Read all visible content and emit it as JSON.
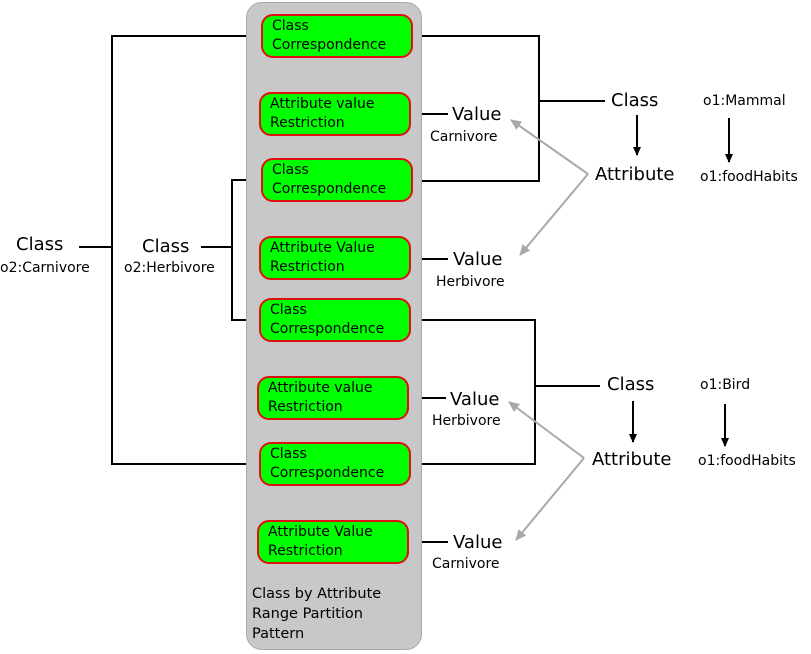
{
  "pattern": {
    "caption_lines": [
      "Class by Attribute",
      "Range Partition",
      "Pattern"
    ],
    "boxes": [
      {
        "line1": "Class",
        "line2": "Correspondence"
      },
      {
        "line1": "Attribute value",
        "line2": "Restriction"
      },
      {
        "line1": "Class",
        "line2": "Correspondence"
      },
      {
        "line1": "Attribute Value",
        "line2": "Restriction"
      },
      {
        "line1": "Class",
        "line2": "Correspondence"
      },
      {
        "line1": "Attribute value",
        "line2": "Restriction"
      },
      {
        "line1": "Class",
        "line2": "Correspondence"
      },
      {
        "line1": "Attribute Value",
        "line2": "Restriction"
      }
    ]
  },
  "left": {
    "outer_class": {
      "label": "Class",
      "name": "o2:Carnivore"
    },
    "inner_class": {
      "label": "Class",
      "name": "o2:Herbivore"
    }
  },
  "values": [
    {
      "label": "Value",
      "name": "Carnivore"
    },
    {
      "label": "Value",
      "name": "Herbivore"
    },
    {
      "label": "Value",
      "name": "Herbivore"
    },
    {
      "label": "Value",
      "name": "Carnivore"
    }
  ],
  "right_groups": [
    {
      "class_label": "Class",
      "class_name": "o1:Mammal",
      "attribute_label": "Attribute",
      "attribute_name": "o1:foodHabits"
    },
    {
      "class_label": "Class",
      "class_name": "o1:Bird",
      "attribute_label": "Attribute",
      "attribute_name": "o1:foodHabits"
    }
  ],
  "colors": {
    "box_fill": "#00ff00",
    "box_border": "#e01010",
    "panel": "#c8c8c8",
    "arrow_gray": "#a8a8a8"
  }
}
